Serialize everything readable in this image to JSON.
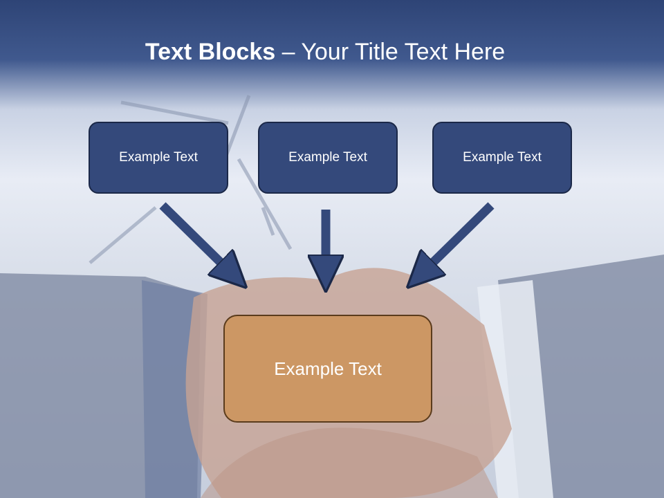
{
  "slide": {
    "title_bold": "Text Blocks",
    "title_dash": " – ",
    "title_rest": "Your Title Text Here"
  },
  "blocks": {
    "top": [
      {
        "label": "Example Text"
      },
      {
        "label": "Example Text"
      },
      {
        "label": "Example Text"
      }
    ],
    "bottom": {
      "label": "Example Text"
    }
  },
  "colors": {
    "header": "#34497b",
    "top_box": "#34497b",
    "bottom_box": "#cc9764",
    "arrow": "#34497b"
  }
}
